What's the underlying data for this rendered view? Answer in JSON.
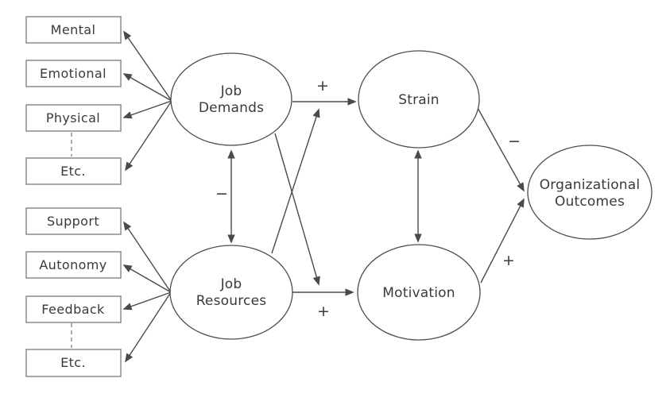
{
  "colors": {
    "background": "#ffffff",
    "line_stroke": "#4a4a4a",
    "box_border": "#8a8a8a",
    "text": "#3a3a3a"
  },
  "factor_boxes": {
    "demands": [
      "Mental",
      "Emotional",
      "Physical",
      "Etc."
    ],
    "resources": [
      "Support",
      "Autonomy",
      "Feedback",
      "Etc."
    ]
  },
  "ovals": {
    "job_demands": {
      "line1": "Job",
      "line2": "Demands"
    },
    "job_resources": {
      "line1": "Job",
      "line2": "Resources"
    },
    "strain": {
      "line1": "Strain"
    },
    "motivation": {
      "line1": "Motivation"
    },
    "organizational_outcomes": {
      "line1": "Organizational",
      "line2": "Outcomes"
    }
  },
  "edges": [
    {
      "from": "Job Demands",
      "to": "Strain",
      "sign": "+",
      "arrows": "single"
    },
    {
      "from": "Job Resources",
      "to": "Motivation",
      "sign": "+",
      "arrows": "single"
    },
    {
      "from": "Job Demands",
      "to": "Job Resources",
      "sign": "−",
      "arrows": "double"
    },
    {
      "from": "Strain",
      "to": "Motivation",
      "sign": "",
      "arrows": "double"
    },
    {
      "from": "Strain",
      "to": "Organizational Outcomes",
      "sign": "−",
      "arrows": "single"
    },
    {
      "from": "Motivation",
      "to": "Organizational Outcomes",
      "sign": "+",
      "arrows": "single"
    },
    {
      "from": "Job Demands",
      "to": "Job Resources → Motivation path",
      "sign": "",
      "arrows": "single"
    },
    {
      "from": "Job Resources",
      "to": "Job Demands → Strain path",
      "sign": "",
      "arrows": "single"
    },
    {
      "from": "Job Demands",
      "to": "demand factor boxes",
      "sign": "",
      "arrows": "fan"
    },
    {
      "from": "Job Resources",
      "to": "resource factor boxes",
      "sign": "",
      "arrows": "fan"
    }
  ]
}
